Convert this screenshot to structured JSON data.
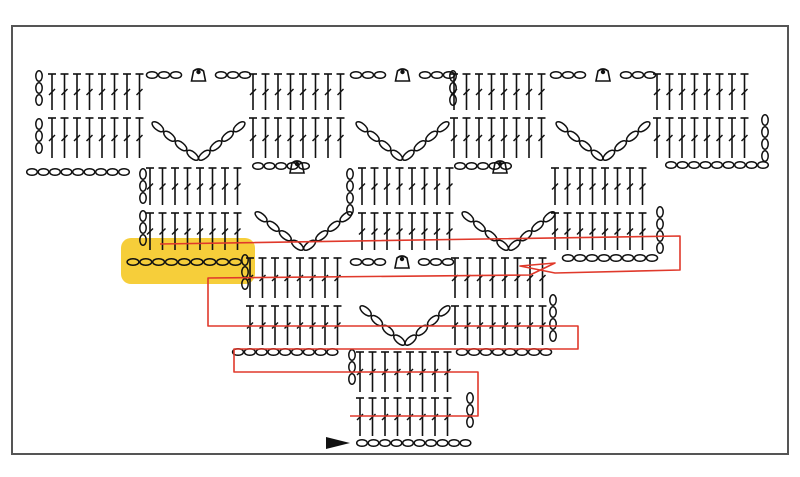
{
  "diagram": {
    "kind": "crochet-stitch-chart",
    "colors": {
      "ink": "#111111",
      "frame": "#555555",
      "route": "#e0392b",
      "highlight": "#f5c518",
      "background": "#ffffff"
    },
    "stitch_symbols": [
      "chain-oval",
      "double-crochet-tee",
      "chain-space-loop",
      "picot-bell"
    ],
    "start_marker": "start-arrow-icon",
    "highlighted_block": "chain-row-highlight",
    "route_outline": "red-working-path"
  }
}
